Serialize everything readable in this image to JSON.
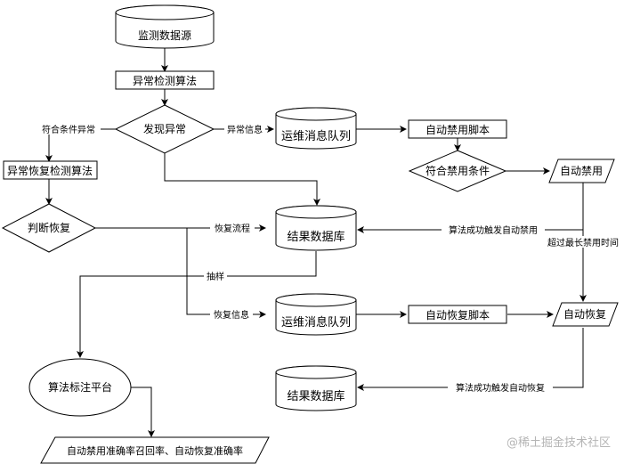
{
  "nodes": {
    "monitor_source": "监测数据源",
    "anomaly_algo": "异常检测算法",
    "found_anomaly": "发现异常",
    "mq_top": "运维消息队列",
    "auto_disable_script": "自动禁用脚本",
    "meets_disable_cond": "符合禁用条件",
    "auto_disable": "自动禁用",
    "recovery_algo": "异常恢复检测算法",
    "judge_recovery": "判断恢复",
    "result_db_mid": "结果数据库",
    "mq_bottom": "运维消息队列",
    "auto_recover_script": "自动恢复脚本",
    "auto_recover": "自动恢复",
    "label_platform": "算法标注平台",
    "result_db_bottom": "结果数据库",
    "accuracy_output": "自动禁用准确率召回率、自动恢复准确率"
  },
  "edges": {
    "meets_cond_anomaly": "符合条件异常",
    "anomaly_info": "异常信息",
    "recovery_flow": "恢复流程",
    "algo_trigger_disable": "算法成功触发自动禁用",
    "exceed_max_disable": "超过最长禁用时间",
    "sampling": "抽样",
    "recovery_info": "恢复信息",
    "algo_trigger_recover": "算法成功触发自动恢复"
  },
  "watermark": "@稀土掘金技术社区"
}
